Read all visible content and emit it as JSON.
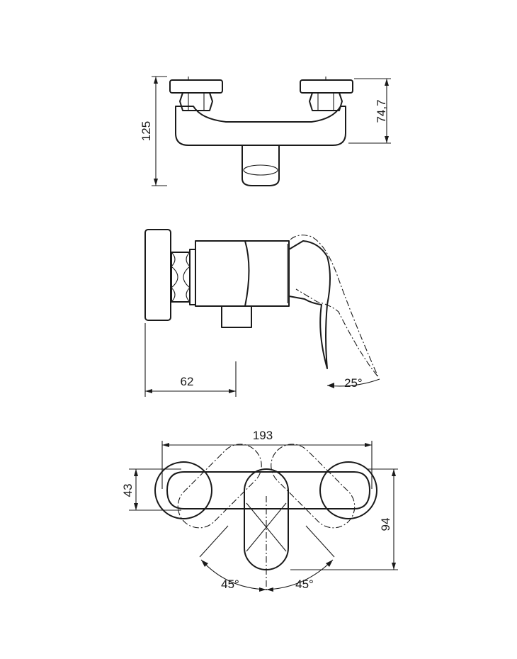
{
  "views": {
    "top": {
      "dim_height_total": "125",
      "dim_height_body": "74,7"
    },
    "side": {
      "dim_depth": "62",
      "dim_lever_angle": "25°"
    },
    "plan": {
      "dim_width": "193",
      "dim_flange_depth": "43",
      "dim_total_depth": "94",
      "dim_rotation_left": "45°",
      "dim_rotation_right": "45°"
    }
  }
}
